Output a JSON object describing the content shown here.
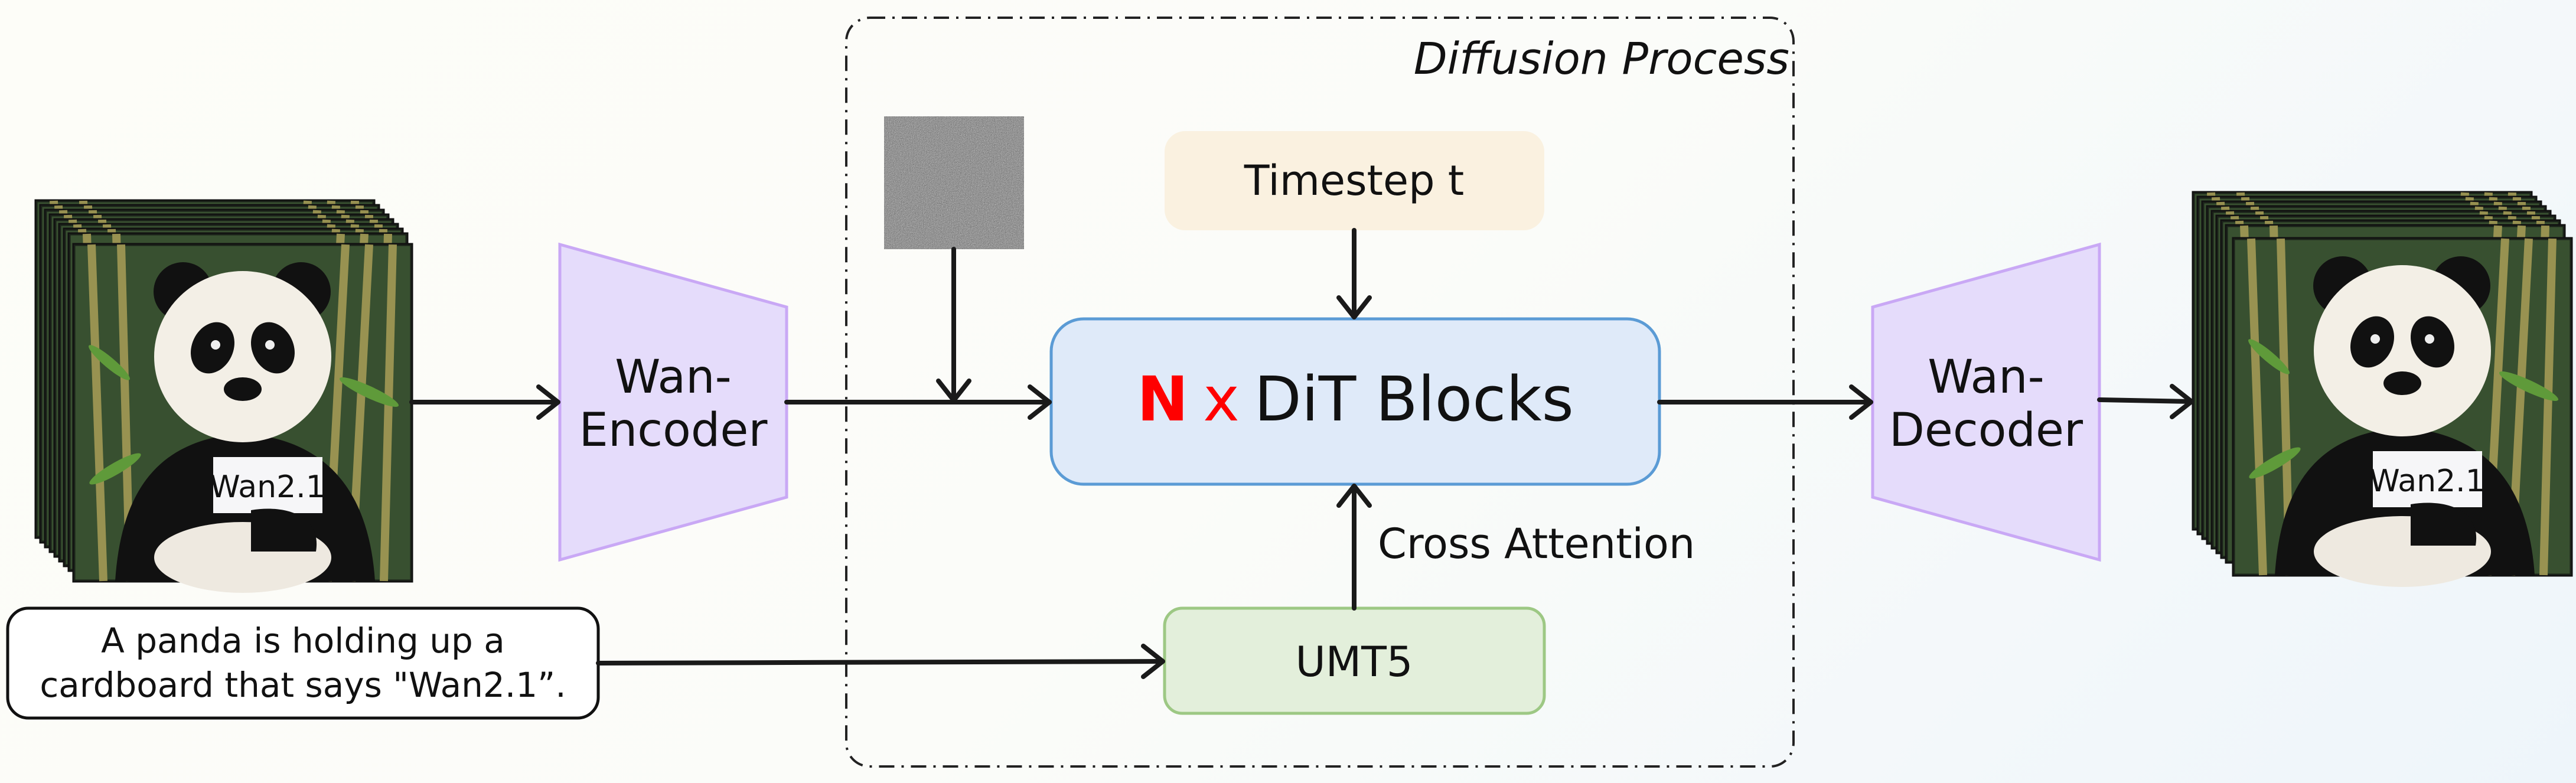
{
  "diffusion_box": {
    "title": "Diffusion Process"
  },
  "timestep": {
    "label": "Timestep t",
    "fill": "#faf1e0"
  },
  "dit": {
    "multiplier": "N",
    "times": "x",
    "label": "DiT Blocks",
    "accent": "#ff0000",
    "fill": "#dfeaf9",
    "border": "#5b9bd5"
  },
  "umt5": {
    "label": "UMT5",
    "fill": "#e3efdb",
    "border": "#9dc884"
  },
  "cross_attention": {
    "label": "Cross Attention"
  },
  "encoder": {
    "line1": "Wan-",
    "line2": "Encoder",
    "fill": "#e5dcfb",
    "border": "#c9a8f5"
  },
  "decoder": {
    "line1": "Wan-",
    "line2": "Decoder",
    "fill": "#e5dcfb",
    "border": "#c9a8f5"
  },
  "prompt": {
    "line1": "A panda is holding up a",
    "line2": "cardboard that says \"Wan2.1”."
  },
  "video_frames": {
    "sign_text": "Wan2.1"
  }
}
